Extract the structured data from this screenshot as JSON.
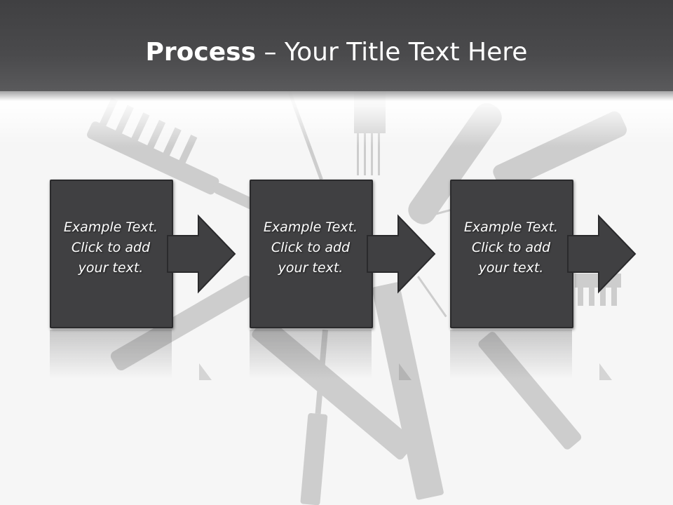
{
  "slide": {
    "title_bold": "Process",
    "title_rest": " – Your Title Text Here"
  },
  "steps": [
    {
      "line1": "Example Text.",
      "line2": "Click  to add",
      "line3": "your text."
    },
    {
      "line1": "Example Text.",
      "line2": "Click  to add",
      "line3": "your text."
    },
    {
      "line1": "Example Text.",
      "line2": "Click  to add",
      "line3": "your text."
    }
  ],
  "colors": {
    "title_bar": "#404042",
    "box_fill": "#404042",
    "text": "#ffffff",
    "background": "#f6f6f6",
    "comb_silhouette": "#c8c8c8"
  },
  "icons": [
    "comb-silhouette",
    "right-arrow-icon"
  ]
}
